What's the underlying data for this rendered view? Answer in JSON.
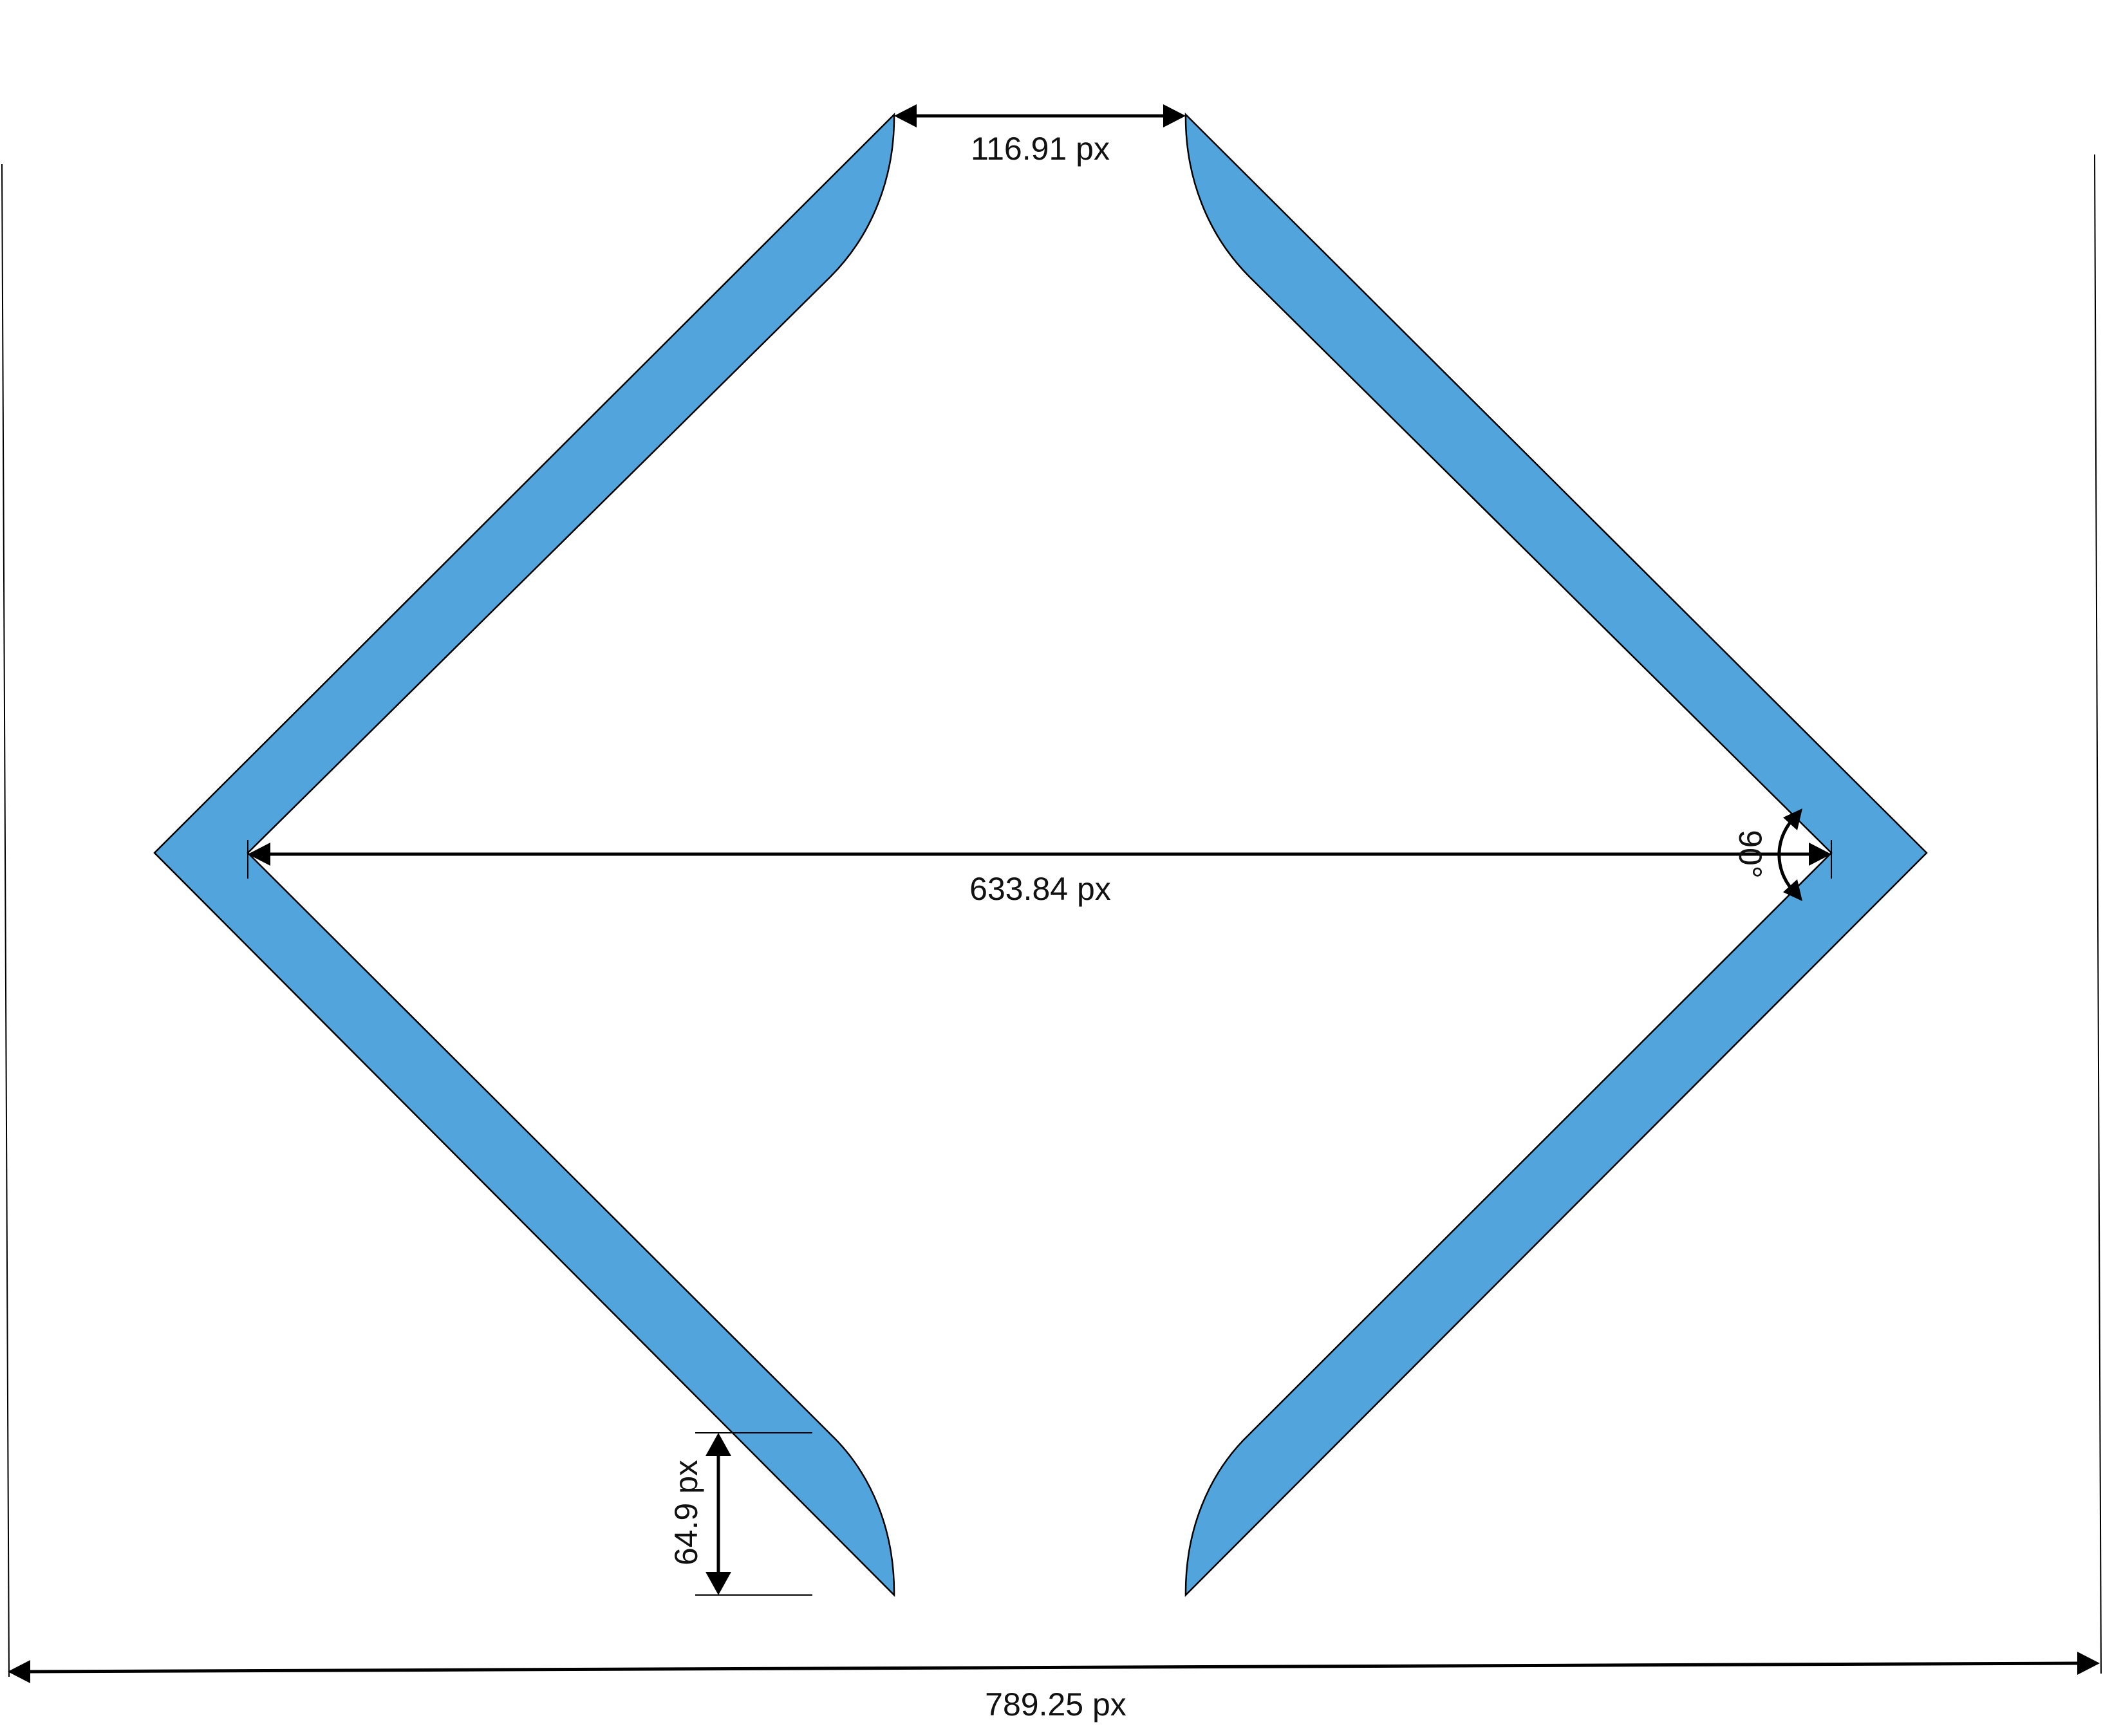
{
  "colors": {
    "shape_fill": "#51a5dc",
    "outline": "#000000",
    "background": "#ffffff"
  },
  "dimensions": {
    "top_gap": "116.91 px",
    "inner_width": "633.84 px",
    "angle": "90°",
    "end_height": "64.9 px",
    "total_width": "789.25 px"
  }
}
